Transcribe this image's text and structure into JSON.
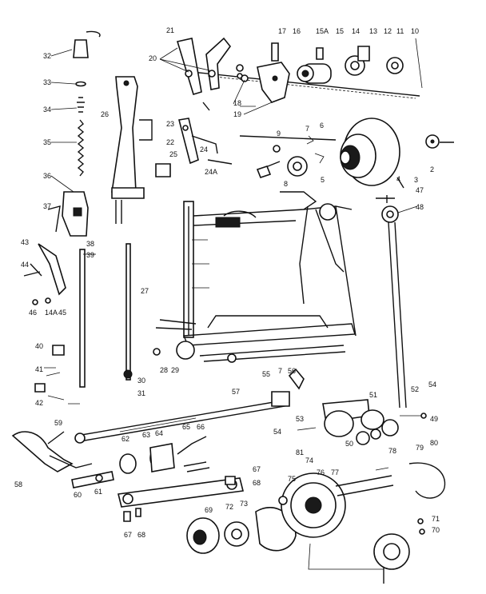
{
  "labels": [
    "32",
    "33",
    "34",
    "35",
    "36",
    "37",
    "38",
    "39",
    "43",
    "44",
    "46",
    "14A",
    "45",
    "40",
    "41",
    "42",
    "26",
    "27",
    "28",
    "29",
    "30",
    "31",
    "21",
    "20",
    "23",
    "22",
    "24",
    "25",
    "24A",
    "17",
    "16",
    "18",
    "19",
    "15A",
    "15",
    "14",
    "13",
    "12",
    "11",
    "10",
    "9",
    "7",
    "6",
    "8",
    "5",
    "4",
    "47",
    "3",
    "2",
    "48",
    "55",
    "56",
    "57",
    "53",
    "54",
    "50",
    "51",
    "52",
    "49",
    "58",
    "59",
    "60",
    "61",
    "62",
    "63",
    "64",
    "65",
    "66",
    "67",
    "68",
    "69",
    "72",
    "73",
    "74",
    "75",
    "76",
    "77",
    "78",
    "79",
    "80",
    "81",
    "71",
    "70"
  ],
  "colors": {
    "ink": "#111111",
    "paper": "#ffffff"
  }
}
